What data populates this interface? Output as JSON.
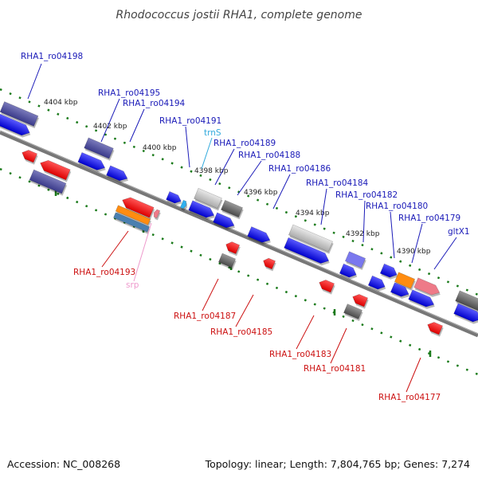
{
  "title": "Rhodococcus jostii RHA1, complete genome",
  "accession": "Accession: NC_008268",
  "summary": "Topology: linear; Length: 7,804,765 bp; Genes: 7,274",
  "colors": {
    "label_forward": "#1a1ab8",
    "label_reverse": "#cc1111",
    "label_rna_s": "#33aadd",
    "label_rna_p": "#ee99cc",
    "track_dots": "#1a7a1a",
    "backbone": "#777777",
    "gene_blue": "#1010dd",
    "gene_red": "#ee1111",
    "gene_purple": "#4a4a9a",
    "gene_gray": "#666666",
    "gene_lightgray": "#c8c8c8",
    "gene_orange": "#ff8800",
    "gene_pink": "#ee7788",
    "gene_steel": "#4477aa",
    "gene_lavender": "#7777ee"
  },
  "scale_labels": [
    "4404 kbp",
    "4402 kbp",
    "4400 kbp",
    "4398 kbp",
    "4396 kbp",
    "4394 kbp",
    "4392 kbp",
    "4390 kbp"
  ],
  "gene_labels": [
    {
      "text": "RHA1_ro04198",
      "strand": "forward"
    },
    {
      "text": "RHA1_ro04195",
      "strand": "forward"
    },
    {
      "text": "RHA1_ro04194",
      "strand": "forward"
    },
    {
      "text": "RHA1_ro04191",
      "strand": "forward"
    },
    {
      "text": "trnS",
      "strand": "rna_s"
    },
    {
      "text": "RHA1_ro04189",
      "strand": "forward"
    },
    {
      "text": "RHA1_ro04188",
      "strand": "forward"
    },
    {
      "text": "RHA1_ro04186",
      "strand": "forward"
    },
    {
      "text": "RHA1_ro04184",
      "strand": "forward"
    },
    {
      "text": "RHA1_ro04182",
      "strand": "forward"
    },
    {
      "text": "RHA1_ro04180",
      "strand": "forward"
    },
    {
      "text": "RHA1_ro04179",
      "strand": "forward"
    },
    {
      "text": "gltX1",
      "strand": "forward"
    },
    {
      "text": "RHA1_ro04193",
      "strand": "reverse"
    },
    {
      "text": "srp",
      "strand": "rna_p"
    },
    {
      "text": "RHA1_ro04187",
      "strand": "reverse"
    },
    {
      "text": "RHA1_ro04185",
      "strand": "reverse"
    },
    {
      "text": "RHA1_ro04183",
      "strand": "reverse"
    },
    {
      "text": "RHA1_ro04181",
      "strand": "reverse"
    },
    {
      "text": "RHA1_ro04177",
      "strand": "reverse"
    }
  ]
}
